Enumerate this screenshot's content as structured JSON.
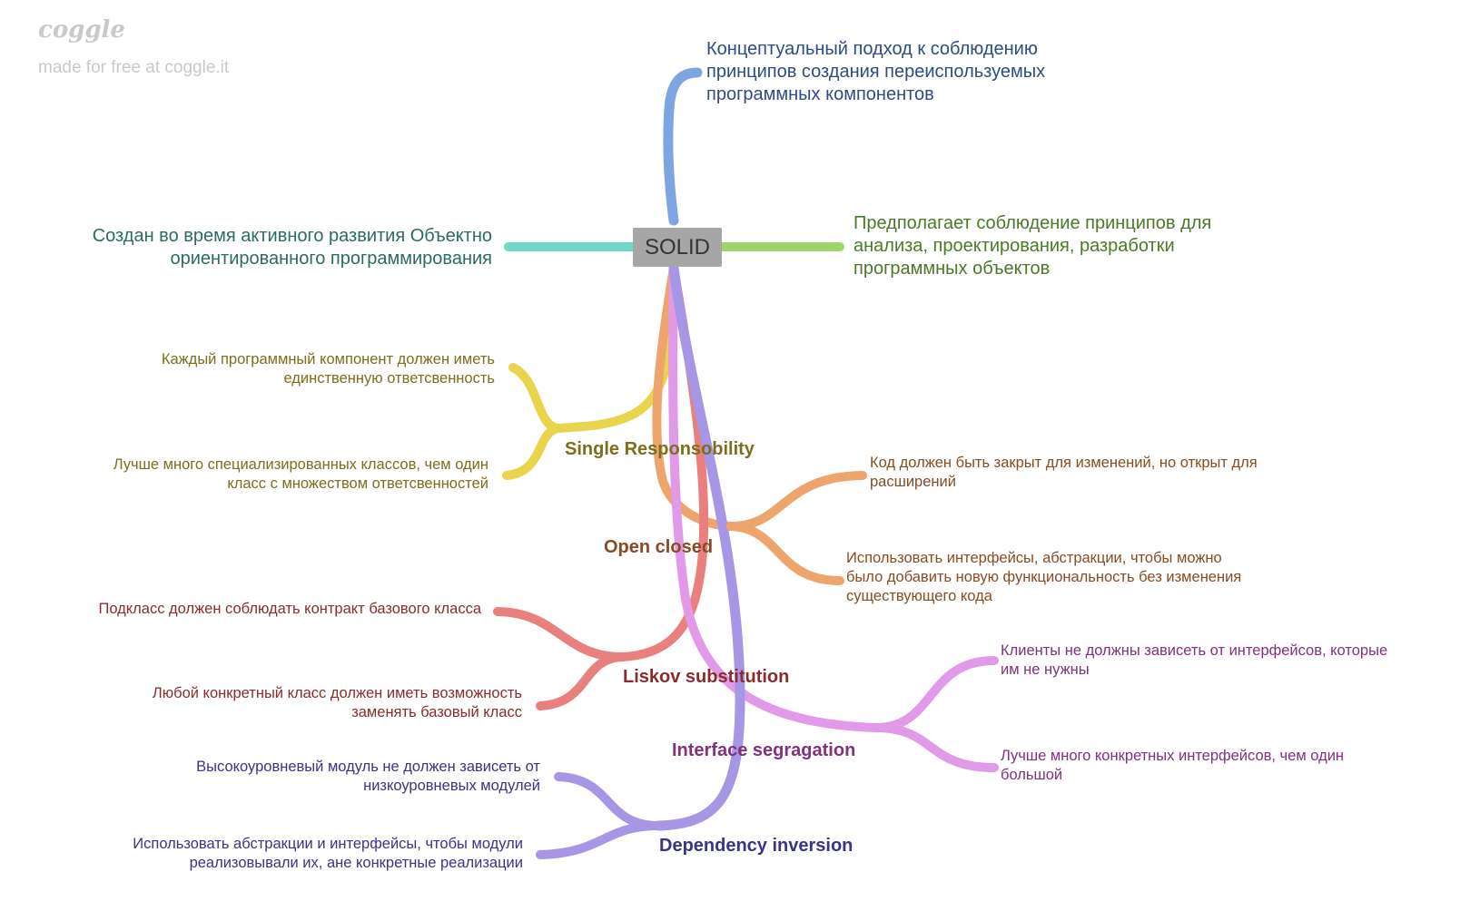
{
  "brand": {
    "logo": "coggle",
    "tagline": "made for free at coggle.it"
  },
  "root": {
    "label": "SOLID",
    "color": "#a6a6a6"
  },
  "top_notes": {
    "concept": "Концептуальный подход к соблюдению\nпринципов создания переиспользуемых\nпрограммных компонентов",
    "history": "Создан во время активного развития Объектно\nориентированного программирования",
    "purpose": "Предполагает соблюдение принципов для\nанализа, проектирования, разработки\nпрограммных объектов"
  },
  "principles": [
    {
      "name": "Single Responsobility",
      "color": "#e9d54d",
      "text_color": "#7c6e1c",
      "points": [
        "Каждый программный компонент должен иметь\nединственную ответсвенность",
        "Лучше много специализированных классов, чем один\nкласс с множеством ответсвенностей"
      ]
    },
    {
      "name": "Open closed",
      "color": "#eea56d",
      "text_color": "#8a4b22",
      "points": [
        "Код должен быть закрыт для изменений, но открыт для\nрасширений",
        "Использовать интерфейсы, абстракции, чтобы можно\nбыло добавить новую функциональность без изменения\nсуществующего кода"
      ]
    },
    {
      "name": "Liskov substitution",
      "color": "#e88080",
      "text_color": "#8b2c2c",
      "points": [
        "Подкласс должен соблюдать контракт базового класса",
        "Любой конкретный класс должен иметь возможность\nзаменять базовый класс"
      ]
    },
    {
      "name": "Interface segragation",
      "color": "#e09ae8",
      "text_color": "#82307f",
      "points": [
        "Клиенты не должны зависеть от интерфейсов, которые\nим не нужны",
        "Лучше много конкретных интерфейсов, чем один\nбольшой"
      ]
    },
    {
      "name": "Dependency inversion",
      "color": "#a796e6",
      "text_color": "#3b3486",
      "points": [
        "Высокоуровневый модуль не должен зависеть от\nнизкоуровневых модулей",
        "Использовать абстракции и интерфейсы, чтобы модули\nреализовывали их, ане конкретные реализации"
      ]
    }
  ],
  "colors": {
    "concept_branch": "#7ea4e2",
    "concept_text": "#2e4b86",
    "history_branch": "#6dd8c6",
    "history_text": "#2b6b60",
    "purpose_branch": "#9fd46a",
    "purpose_text": "#4a7a27"
  }
}
